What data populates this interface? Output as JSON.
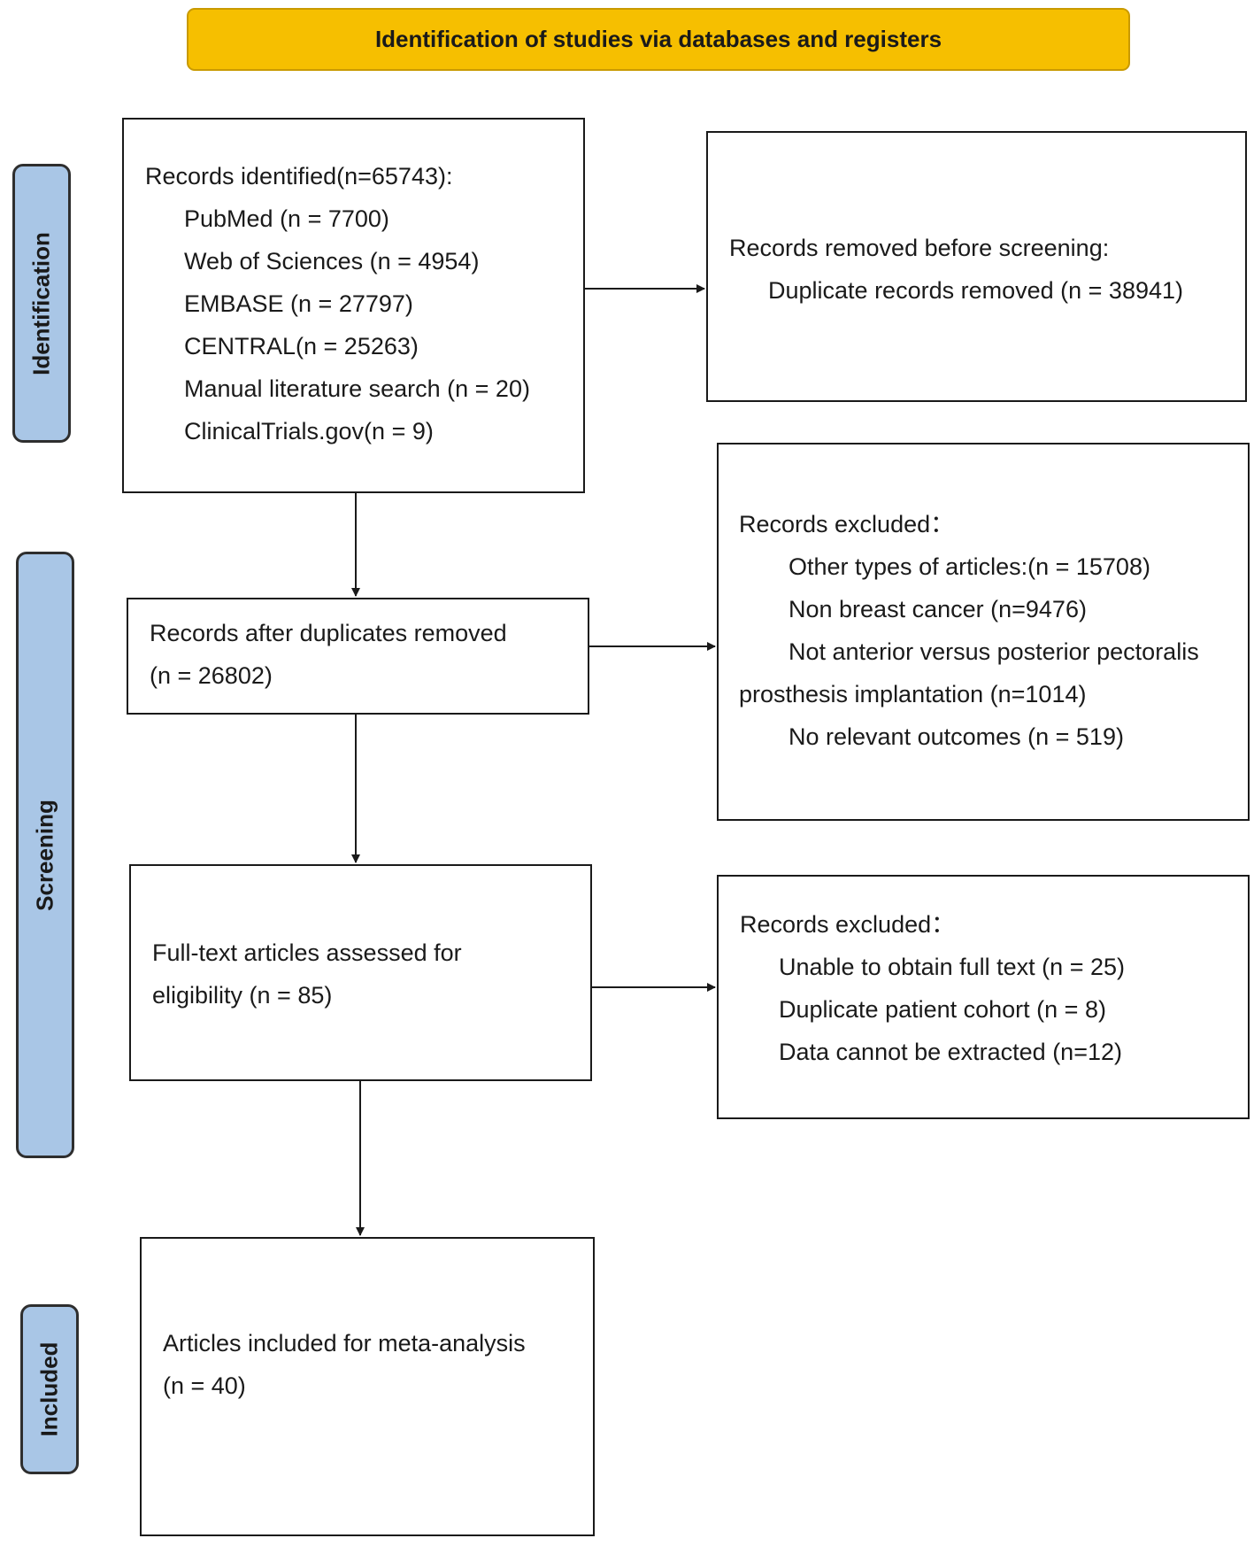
{
  "header": {
    "title": "Identification of studies via databases and registers"
  },
  "phases": {
    "identification": "Identification",
    "screening": "Screening",
    "included": "Included"
  },
  "identified": {
    "title": "Records identified(n=65743):",
    "sources": [
      "PubMed (n = 7700)",
      "Web of Sciences (n = 4954)",
      "EMBASE (n = 27797)",
      "CENTRAL(n = 25263)",
      "Manual literature search (n = 20)",
      "ClinicalTrials.gov(n = 9)"
    ]
  },
  "removed_before": {
    "title": "Records removed before screening:",
    "item": "Duplicate records removed (n = 38941)"
  },
  "after_duplicates": {
    "line1": "Records after duplicates removed",
    "line2": "(n = 26802)"
  },
  "excluded_screening": {
    "title": "Records excluded：",
    "items": [
      "Other types of articles:(n = 15708)",
      "Non breast cancer (n=9476)",
      "Not anterior versus posterior pectoralis",
      "prosthesis implantation (n=1014)",
      "No relevant outcomes (n = 519)"
    ]
  },
  "fulltext": {
    "line1": "Full-text articles assessed for",
    "line2": "eligibility (n = 85)"
  },
  "excluded_fulltext": {
    "title": "Records excluded：",
    "items": [
      "Unable to obtain full text (n = 25)",
      "Duplicate patient cohort (n = 8)",
      "Data cannot be extracted (n=12)"
    ]
  },
  "included": {
    "line1": "Articles included for meta-analysis",
    "line2": "(n = 40)"
  }
}
